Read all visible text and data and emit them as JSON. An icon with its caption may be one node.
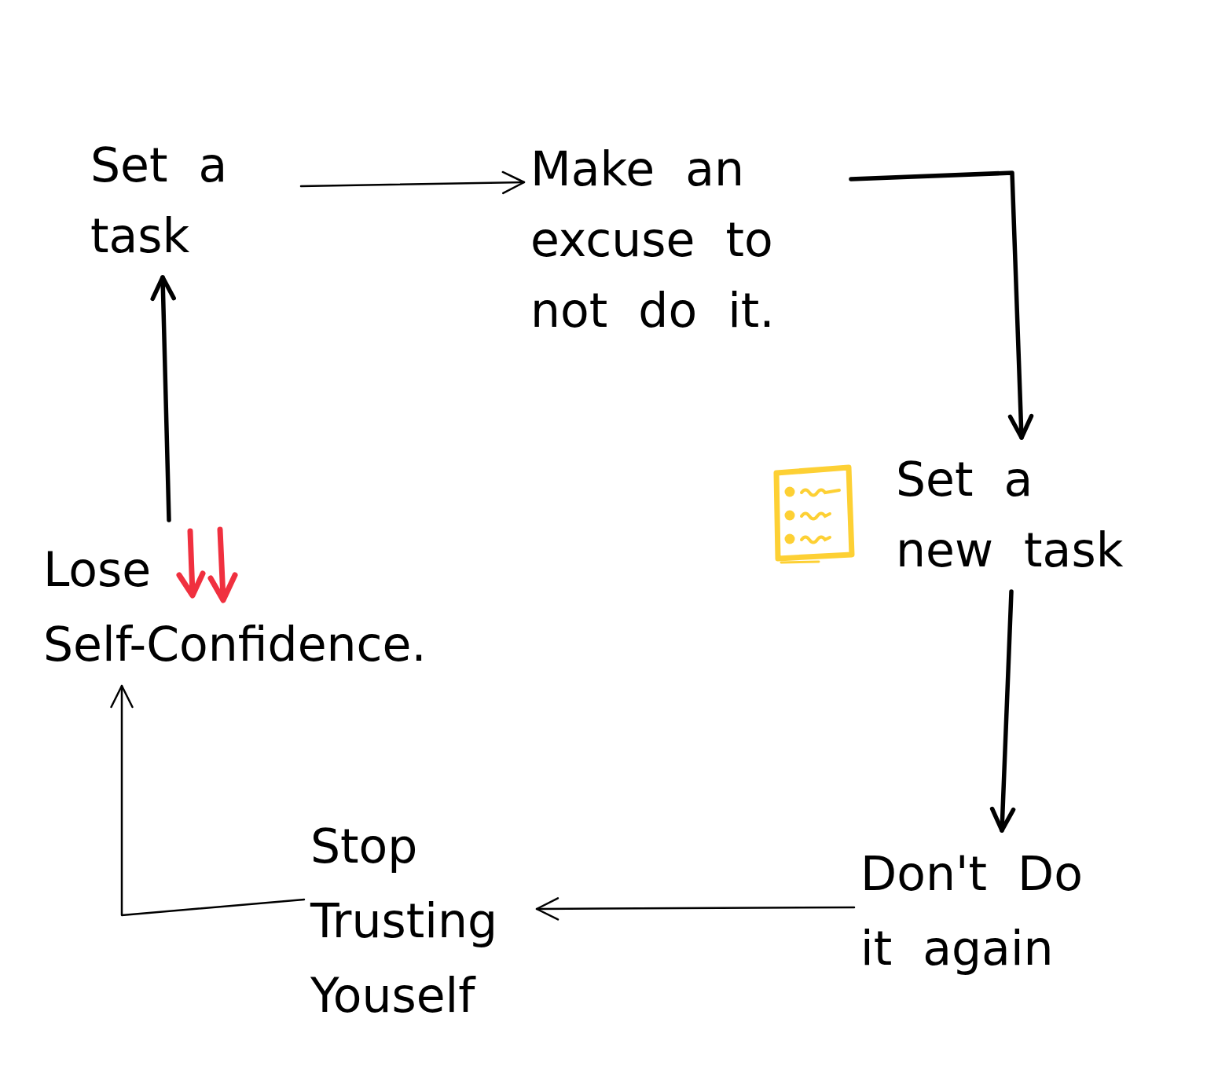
{
  "diagram": {
    "nodes": [
      {
        "text": [
          "Set a task"
        ]
      },
      {
        "text": [
          "Make an excuse to not do it."
        ]
      },
      {
        "text": [
          "Set a new task"
        ]
      },
      {
        "text": [
          "Don't Do it again"
        ]
      },
      {
        "text": [
          "Stop Trusting Youself"
        ]
      },
      {
        "text": [
          "Lose",
          "Self-Confidence."
        ]
      }
    ],
    "edges": [
      {
        "from": 0,
        "to": 1,
        "arrow": "to"
      },
      {
        "from": 1,
        "to": 2,
        "arrow": "to",
        "style": "thick"
      },
      {
        "from": 2,
        "to": 3,
        "arrow": "to",
        "style": "thick"
      },
      {
        "from": 3,
        "to": 4,
        "arrow": "to"
      },
      {
        "from": 4,
        "to": 5,
        "arrow": "to"
      },
      {
        "from": 5,
        "to": 0,
        "arrow": "to",
        "style": "thick"
      }
    ]
  }
}
